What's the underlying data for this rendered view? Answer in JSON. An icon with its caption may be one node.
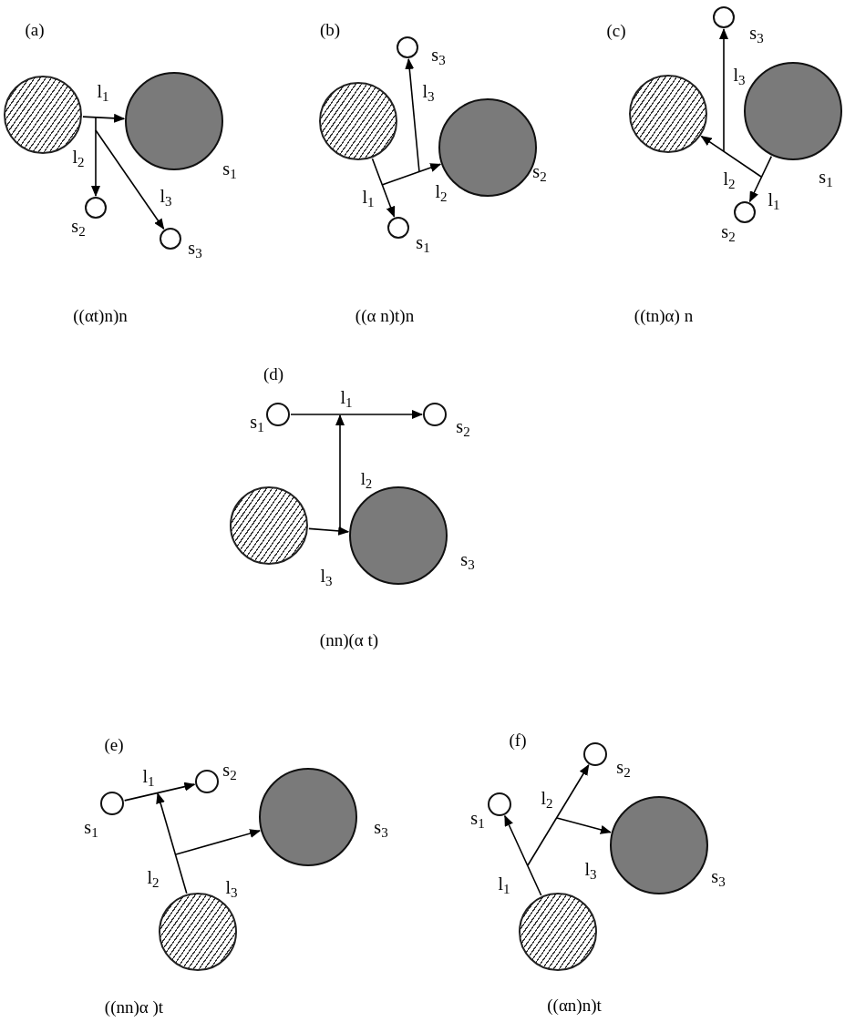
{
  "diagram": {
    "nodes": [
      {
        "text": [],
        "shape": "circle"
      },
      {
        "text": [],
        "shape": "circle",
        "beside": [
          "s$_{1}$"
        ]
      },
      {
        "text": [],
        "shape": "circle",
        "beside": [
          "s$_{2}$"
        ]
      },
      {
        "text": [],
        "shape": "circle",
        "beside": [
          "s$_{3}$"
        ]
      },
      {
        "text": [],
        "shape": "circle",
        "beside": [
          "s$_{3}$"
        ]
      },
      {
        "text": [],
        "shape": "circle"
      },
      {
        "text": [],
        "shape": "circle",
        "beside": [
          "s$_{2}$"
        ]
      },
      {
        "text": [],
        "shape": "circle",
        "beside": [
          "s$_{1}$"
        ]
      },
      {
        "text": [],
        "shape": "circle",
        "beside": [
          "s$_{3}$"
        ]
      },
      {
        "text": [],
        "shape": "circle"
      },
      {
        "text": [],
        "shape": "circle",
        "beside": [
          "s$_{1}$"
        ]
      },
      {
        "text": [],
        "shape": "circle",
        "beside": [
          "s$_{2}$"
        ]
      },
      {
        "text": [],
        "shape": "circle",
        "beside": [
          "s$_{1}$"
        ]
      },
      {
        "text": [],
        "shape": "circle",
        "beside": [
          "s$_{2}$"
        ]
      },
      {
        "text": [],
        "shape": "circle"
      },
      {
        "text": [],
        "shape": "circle",
        "beside": [
          "s$_{3}$"
        ]
      },
      {
        "text": [],
        "shape": "circle",
        "beside": [
          "s$_{1}$"
        ]
      },
      {
        "text": [],
        "shape": "circle",
        "beside": [
          "s$_{2}$"
        ]
      },
      {
        "text": [],
        "shape": "circle",
        "beside": [
          "s$_{3}$"
        ]
      },
      {
        "text": [],
        "shape": "circle"
      },
      {
        "text": [],
        "shape": "circle",
        "beside": [
          "s$_{2}$"
        ]
      },
      {
        "text": [],
        "shape": "circle",
        "beside": [
          "s$_{1}$"
        ]
      },
      {
        "text": [],
        "shape": "circle",
        "beside": [
          "s$_{3}$"
        ]
      },
      {
        "text": [],
        "shape": "circle"
      }
    ],
    "edges": [
      {
        "from": 0,
        "to": 1,
        "arrow": "to",
        "label": "l$_{1}$"
      },
      {
        "from": null,
        "to": 2,
        "arrow": "to",
        "label": "l$_{2}$"
      },
      {
        "from": null,
        "to": 3,
        "arrow": "to",
        "label": "l$_{3}$"
      },
      {
        "from": 5,
        "to": 7,
        "arrow": "to",
        "label": "l$_{1}$"
      },
      {
        "from": null,
        "to": 6,
        "arrow": "to",
        "label": "l$_{2}$"
      },
      {
        "from": null,
        "to": 4,
        "arrow": "to",
        "label": "l$_{3}$"
      },
      {
        "from": 10,
        "to": 11,
        "arrow": "to",
        "label": "l$_{1}$"
      },
      {
        "from": null,
        "to": 9,
        "arrow": "to",
        "label": "l$_{2}$"
      },
      {
        "from": null,
        "to": 8,
        "arrow": "to",
        "label": "l$_{3}$"
      },
      {
        "from": 12,
        "to": 13,
        "arrow": "to",
        "label": "l$_{1}$"
      },
      {
        "from": 14,
        "to": 15,
        "arrow": "to",
        "label": "l$_{3}$"
      },
      {
        "from": 16,
        "to": 17,
        "arrow": "to",
        "label": "l$_{1}$"
      },
      {
        "from": 19,
        "to": null,
        "arrow": "to",
        "label": "l$_{2}$"
      },
      {
        "from": null,
        "to": 18,
        "arrow": "to",
        "label": "l$_{3}$"
      },
      {
        "from": 23,
        "to": 21,
        "arrow": "to",
        "label": "l$_{1}$"
      },
      {
        "from": null,
        "to": 20,
        "arrow": "to",
        "label": "l$_{2}$"
      },
      {
        "from": null,
        "to": 22,
        "arrow": "to",
        "label": "l$_{3}$"
      }
    ],
    "labels": [
      "(a)",
      "(b)",
      "(c)",
      "((αt)n)n",
      "((α n)t)n",
      "((tn)α) n",
      "(d)",
      "l$_{2}$",
      "(nn)(α t)",
      "(e)",
      "(f)",
      "((nn)α )t",
      "((αn)n)t"
    ]
  }
}
